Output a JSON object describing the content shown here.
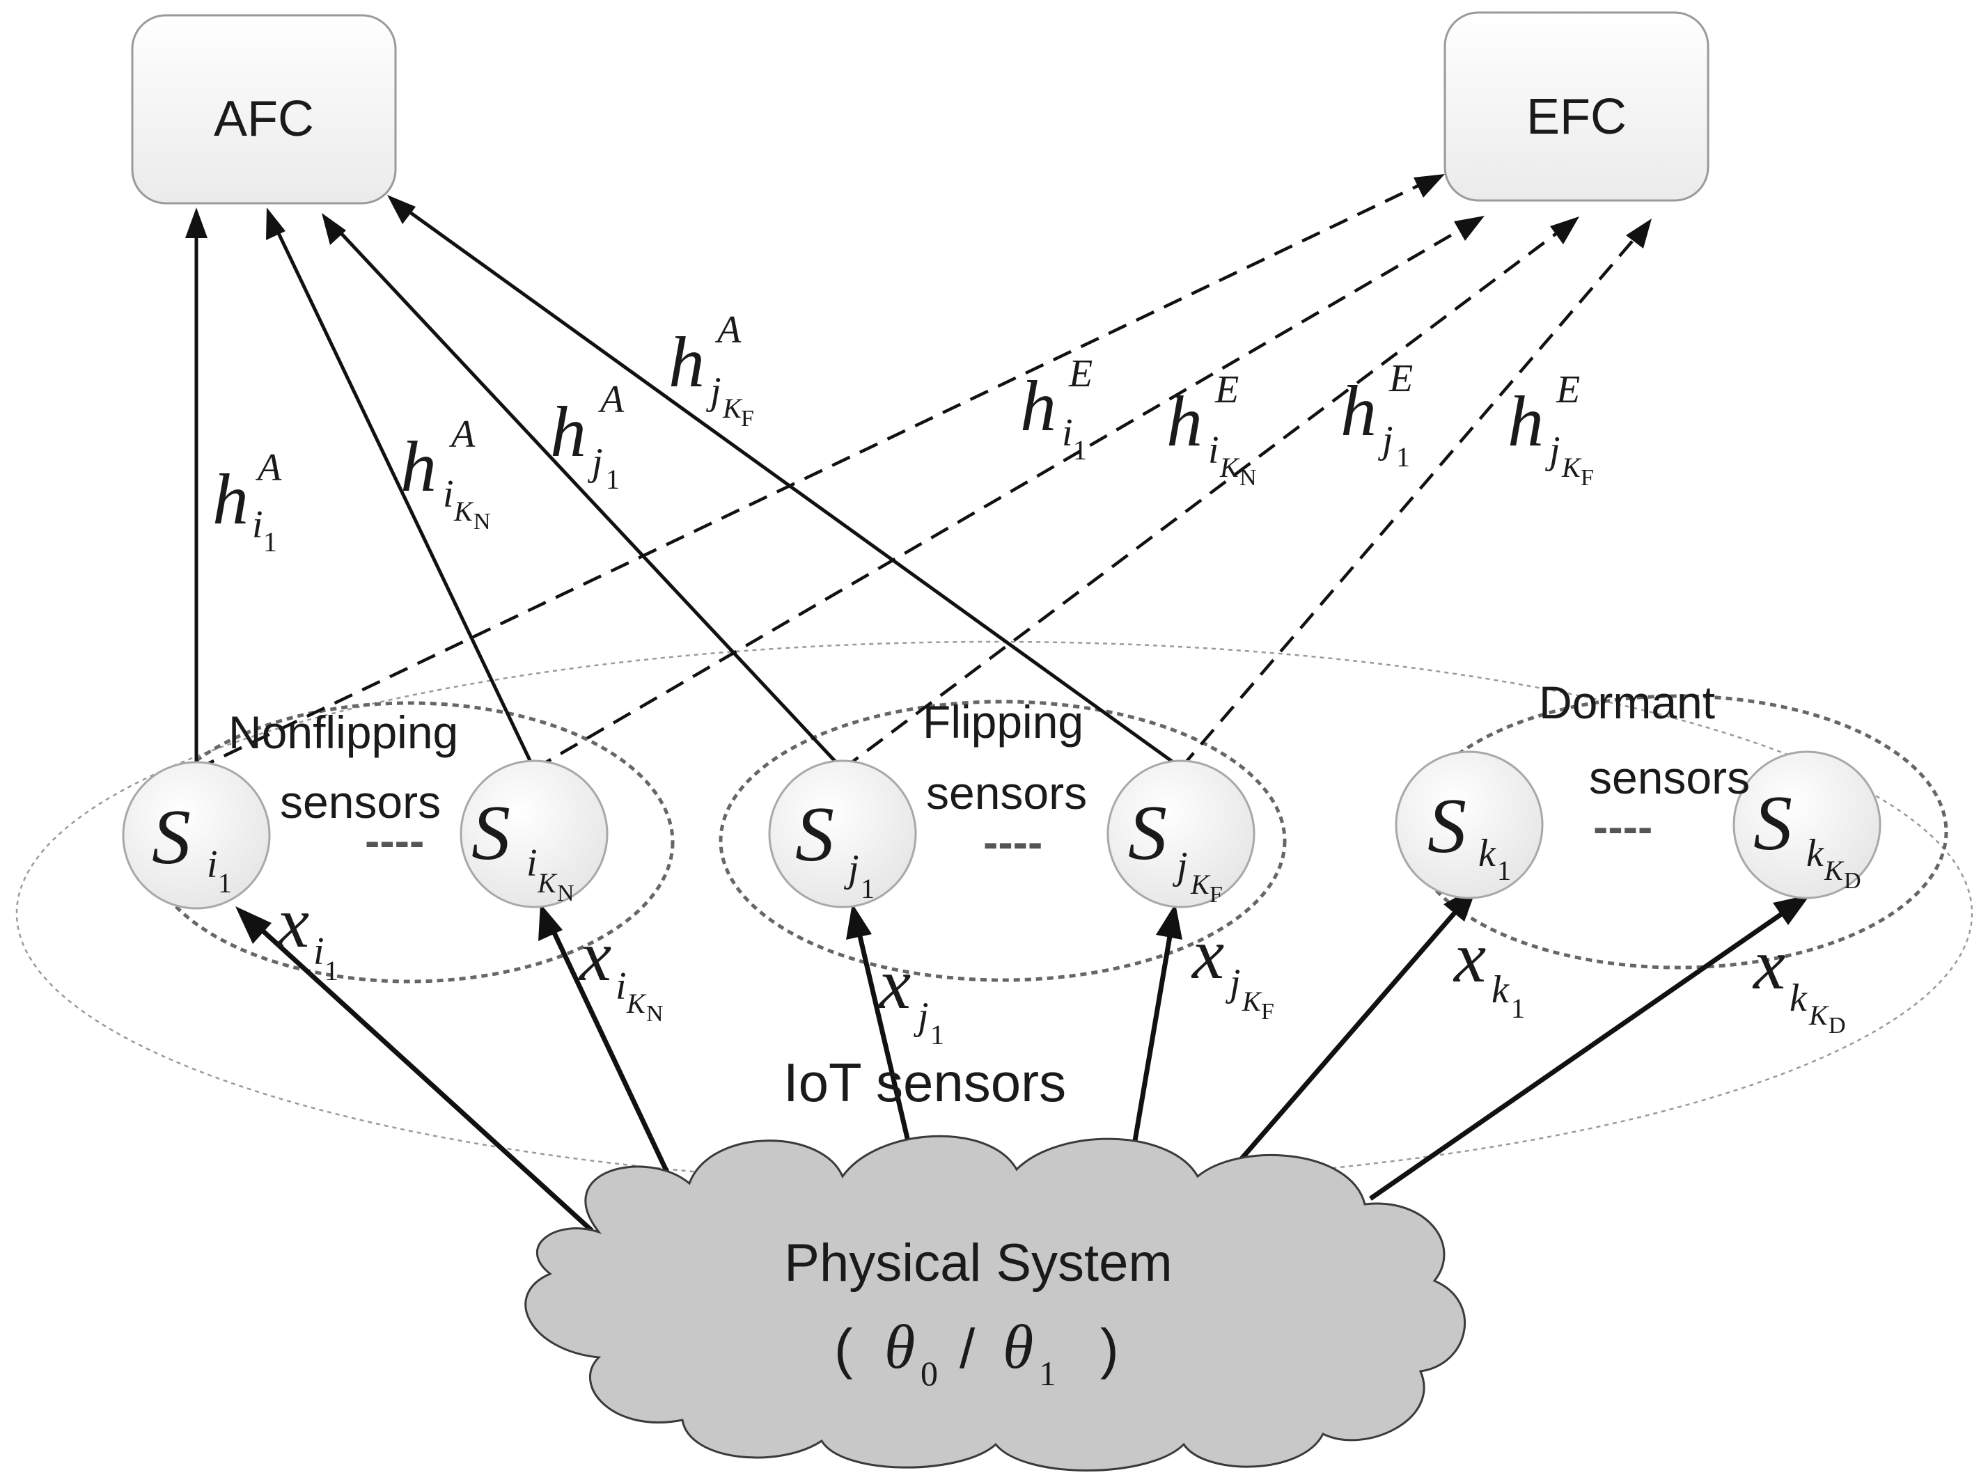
{
  "fusion_centers": {
    "afc": "AFC",
    "efc": "EFC"
  },
  "groups": {
    "nonflipping": {
      "line1": "Nonflipping",
      "line2": "sensors"
    },
    "flipping": {
      "line1": "Flipping",
      "line2": "sensors"
    },
    "dormant": {
      "line1": "Dormant",
      "line2": "sensors"
    },
    "iot": "IoT sensors"
  },
  "sensor_symbol": "S",
  "sensors": {
    "i1": {
      "idx": "i",
      "sub": "1"
    },
    "iKN": {
      "idx": "i",
      "k": "K",
      "sub": "N"
    },
    "j1": {
      "idx": "j",
      "sub": "1"
    },
    "jKF": {
      "idx": "j",
      "k": "K",
      "sub": "F"
    },
    "k1": {
      "idx": "k",
      "sub": "1"
    },
    "kKD": {
      "idx": "k",
      "k": "K",
      "sub": "D"
    }
  },
  "ellipsis": "----",
  "channel_symbol": "h",
  "channel_sup": {
    "afc": "A",
    "efc": "E"
  },
  "observation_symbol": "x",
  "physical_system": {
    "title": "Physical System",
    "open_paren": "(",
    "theta": "θ",
    "sub0": "0",
    "slash": "/",
    "sub1": "1",
    "close_paren": ")"
  },
  "colors": {
    "box_fill": "#f4f4f4",
    "box_stroke": "#9a9a9a",
    "sensor_fill": "#f2f2f2",
    "sensor_stroke": "#a8a8a8",
    "cloud_fill": "#c8c8c8",
    "cloud_stroke": "#3a3a3a",
    "line": "#111111",
    "dashed_group": "#666666",
    "outer_ellipse": "#9a9a9a"
  }
}
